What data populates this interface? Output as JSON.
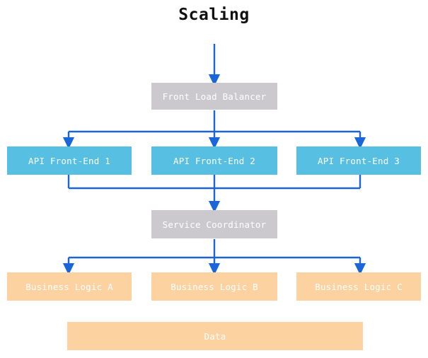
{
  "diagram": {
    "title": "Scaling",
    "colors": {
      "background": "#ffffff",
      "title_text": "#111111",
      "node_text": "#ffffff",
      "gray_node": "#cbc8ce",
      "blue_node": "#56bfe2",
      "peach_node": "#fcd2a0",
      "edge": "#1a66d8"
    },
    "nodes": {
      "front_load_balancer": "Front Load Balancer",
      "api_front_end_1": "API Front-End 1",
      "api_front_end_2": "API Front-End 2",
      "api_front_end_3": "API Front-End 3",
      "service_coordinator": "Service Coordinator",
      "business_logic_a": "Business Logic A",
      "business_logic_b": "Business Logic B",
      "business_logic_c": "Business Logic C",
      "data": "Data"
    },
    "layers": [
      {
        "name": "entry",
        "items": []
      },
      {
        "name": "load-balancer",
        "items": [
          "Front Load Balancer"
        ]
      },
      {
        "name": "api-tier",
        "items": [
          "API Front-End 1",
          "API Front-End 2",
          "API Front-End 3"
        ]
      },
      {
        "name": "coordinator",
        "items": [
          "Service Coordinator"
        ]
      },
      {
        "name": "business-tier",
        "items": [
          "Business Logic A",
          "Business Logic B",
          "Business Logic C"
        ]
      },
      {
        "name": "data-tier",
        "items": [
          "Data"
        ]
      }
    ],
    "edges": [
      {
        "from": "entry",
        "to": "Front Load Balancer"
      },
      {
        "from": "Front Load Balancer",
        "to": "API Front-End 1"
      },
      {
        "from": "Front Load Balancer",
        "to": "API Front-End 2"
      },
      {
        "from": "Front Load Balancer",
        "to": "API Front-End 3"
      },
      {
        "from": "API Front-End 1",
        "to": "Service Coordinator"
      },
      {
        "from": "API Front-End 2",
        "to": "Service Coordinator"
      },
      {
        "from": "API Front-End 3",
        "to": "Service Coordinator"
      },
      {
        "from": "Service Coordinator",
        "to": "Business Logic A"
      },
      {
        "from": "Service Coordinator",
        "to": "Business Logic B"
      },
      {
        "from": "Service Coordinator",
        "to": "Business Logic C"
      }
    ]
  }
}
